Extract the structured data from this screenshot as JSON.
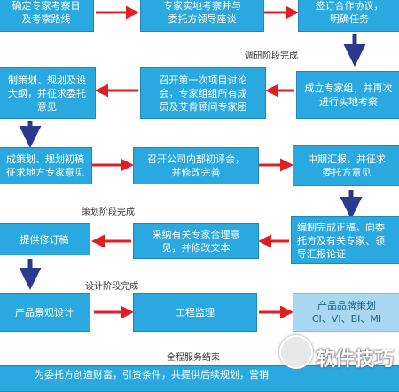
{
  "diagram": {
    "boxes": {
      "route": "确定专家考察日\n及考察路线",
      "symposium": "专家实地考察并与\n委托方领导座谈",
      "contract": "签订合作协议，\n明确任务",
      "outline": "制策划、规划及设\n大纲，并征求委托\n意见",
      "first_meeting": "召开第一次项目讨论\n会，专家组组所有成\n员及艾肯顾问专家团",
      "team": "成立专家组，并再次\n进行实地考察",
      "draft": "成策划、规划初稿\n征求地方专家意见",
      "internal_review": "召开公司内部初评会，\n并修改完善",
      "midterm": "中期汇报，并征求\n委托方意见",
      "revise": "提供修订稿",
      "adopt": "采纳有关专家合理意\n见，并修改文本",
      "formal": "编制完成正稿，向委\n托方及有关专家、领\n导汇报论证",
      "landscape": "产品景观设计",
      "supervision": "工程监理",
      "brand": "产品品牌策划\nCI、VI、BI、MI",
      "service": "为委托方创造财富，引资条件，共提供后续规划，营销"
    },
    "stages": {
      "research_done": "调研阶段完成",
      "planning_done": "策划阶段完成",
      "design_done": "设计阶段完成",
      "service_done": "全程服务结束"
    },
    "watermark": "软件技巧",
    "colors": {
      "box": "#29a9e0",
      "box_light": "#a9d8f2",
      "arrow_red": "#e02020",
      "arrow_navy": "#2b3a8f"
    }
  }
}
